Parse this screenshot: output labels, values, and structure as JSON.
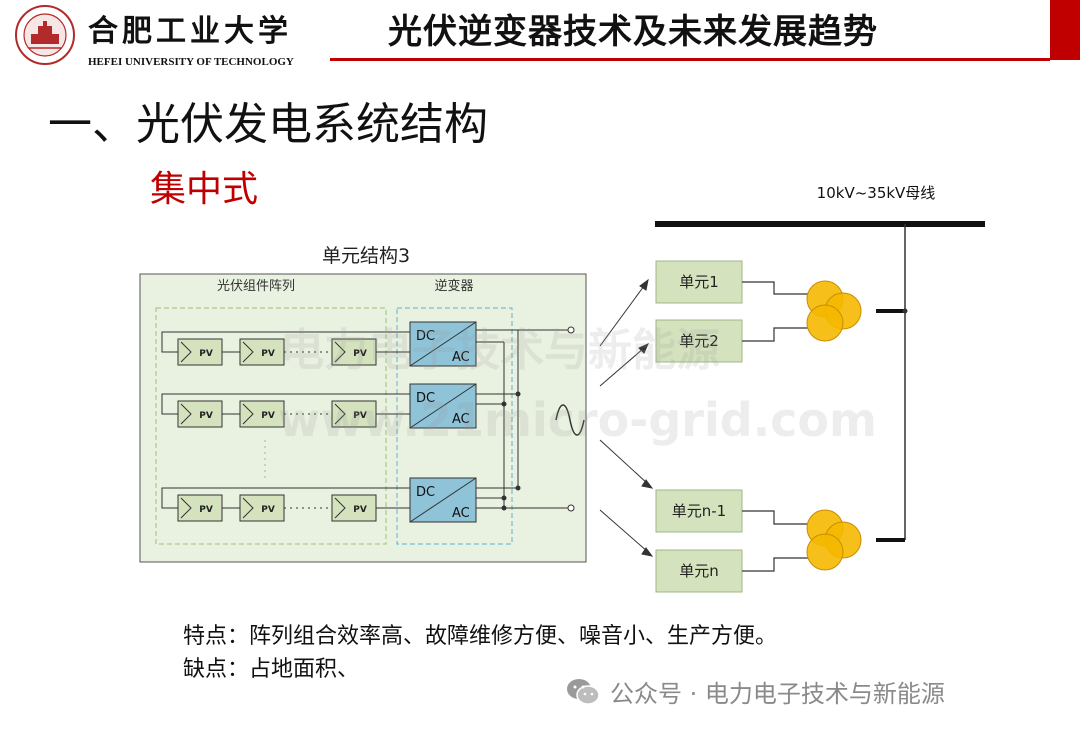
{
  "header": {
    "university_cn": "合肥工业大学",
    "university_en": "HEFEI UNIVERSITY OF TECHNOLOGY",
    "slide_title": "光伏逆变器技术及未来发展趋势",
    "accent_color": "#c00000"
  },
  "section_heading": "一、光伏发电系统结构",
  "sub_heading": "集中式",
  "diagram": {
    "unit_title": "单元结构3",
    "pv_array_label": "光伏组件阵列",
    "inverter_label": "逆变器",
    "pv_label": "PV",
    "dc_label": "DC",
    "ac_label": "AC",
    "bus_label": "10kV~35kV母线",
    "units": [
      "单元1",
      "单元2",
      "单元n-1",
      "单元n"
    ],
    "watermark": [
      "电力电子技术与新能源",
      "www.21micro-grid.com"
    ],
    "colors": {
      "panel_fill": "#e9f1e0",
      "pv_fill": "#d4e2bd",
      "inverter_fill": "#8ec3d8",
      "unit_fill": "#d4e2bd",
      "transformer_fill": "#f5b800"
    }
  },
  "features": "特点：阵列组合效率高、故障维修方便、噪音小、生产方便。",
  "drawbacks": "缺点：占地面积、",
  "footer": "公众号 · 电力电子技术与新能源"
}
